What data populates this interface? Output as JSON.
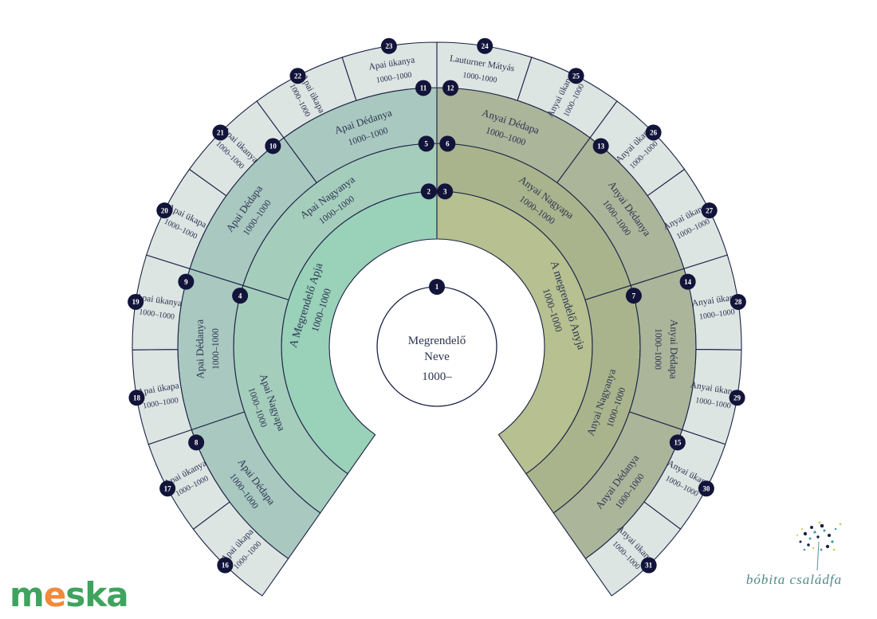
{
  "center": {
    "line1": "Megrendelő",
    "line2": "Neve",
    "years": "1000–",
    "number": "1"
  },
  "colors": {
    "paternal": [
      "#aee3cd",
      "#99d1b9",
      "#a5cdbc",
      "#a9c8c0",
      "#dde5e3"
    ],
    "maternal": [
      "#d1dba7",
      "#b6c090",
      "#a9b48d",
      "#aab59a",
      "#dde5e3"
    ],
    "line": "#1c2245",
    "badge": "#12143a"
  },
  "rings": [
    [
      {
        "n": "2",
        "name": "A Megrendelő Apja",
        "years": "1000–1000"
      },
      {
        "n": "3",
        "name": "A megrendelő Anyja",
        "years": "1000–1000"
      }
    ],
    [
      {
        "n": "4",
        "name": "Apai Nagyapa",
        "years": "1000–1000"
      },
      {
        "n": "5",
        "name": "Apai Nagyanya",
        "years": "1000–1000"
      },
      {
        "n": "6",
        "name": "Anyai Nagyapa",
        "years": "1000–1000"
      },
      {
        "n": "7",
        "name": "Anyai Nagyanya",
        "years": "1000–1000"
      }
    ],
    [
      {
        "n": "8",
        "name": "Apai Dédapa",
        "years": "1000–1000"
      },
      {
        "n": "9",
        "name": "Apai Dédanya",
        "years": "1000–1000"
      },
      {
        "n": "10",
        "name": "Apai Dédapa",
        "years": "1000–1000"
      },
      {
        "n": "11",
        "name": "Apai Dédanya",
        "years": "1000–1000"
      },
      {
        "n": "12",
        "name": "Anyai Dédapa",
        "years": "1000–1000"
      },
      {
        "n": "13",
        "name": "Anyai Dédanya",
        "years": "1000–1000"
      },
      {
        "n": "14",
        "name": "Anyai Dédapa",
        "years": "1000–1000"
      },
      {
        "n": "15",
        "name": "Anyai Dédanya",
        "years": "1000–1000"
      }
    ],
    [
      {
        "n": "16",
        "name": "Apai ükapa",
        "years": "1000–1000"
      },
      {
        "n": "17",
        "name": "Apai ükanya",
        "years": "1000–1000"
      },
      {
        "n": "18",
        "name": "Apai ükapa",
        "years": "1000–1000"
      },
      {
        "n": "19",
        "name": "Apai ükanya",
        "years": "1000–1000"
      },
      {
        "n": "20",
        "name": "Apai ükapa",
        "years": "1000–1000"
      },
      {
        "n": "21",
        "name": "Apai ükanya",
        "years": "1000–1000"
      },
      {
        "n": "22",
        "name": "Apai ükapa",
        "years": "1000–1000"
      },
      {
        "n": "23",
        "name": "Apai ükanya",
        "years": "1000–1000"
      },
      {
        "n": "24",
        "name": "Lauturner Mátyás",
        "years": "1000-1000"
      },
      {
        "n": "25",
        "name": "Anyai ükanya",
        "years": "1000–1000"
      },
      {
        "n": "26",
        "name": "Anyai ükapa",
        "years": "1000–1000"
      },
      {
        "n": "27",
        "name": "Anyai ükanya",
        "years": "1000–1000"
      },
      {
        "n": "28",
        "name": "Anyai ükapa",
        "years": "1000–1000"
      },
      {
        "n": "29",
        "name": "Anyai ükanya",
        "years": "1000–1000"
      },
      {
        "n": "30",
        "name": "Anyai ükapa",
        "years": "1000–1000"
      },
      {
        "n": "31",
        "name": "Anyai ükanya",
        "years": "1000–1000"
      }
    ]
  ],
  "logos": {
    "meska_left": "m",
    "meska_accent": "e",
    "meska_right": "ska",
    "bobita": "bóbita családfa"
  }
}
